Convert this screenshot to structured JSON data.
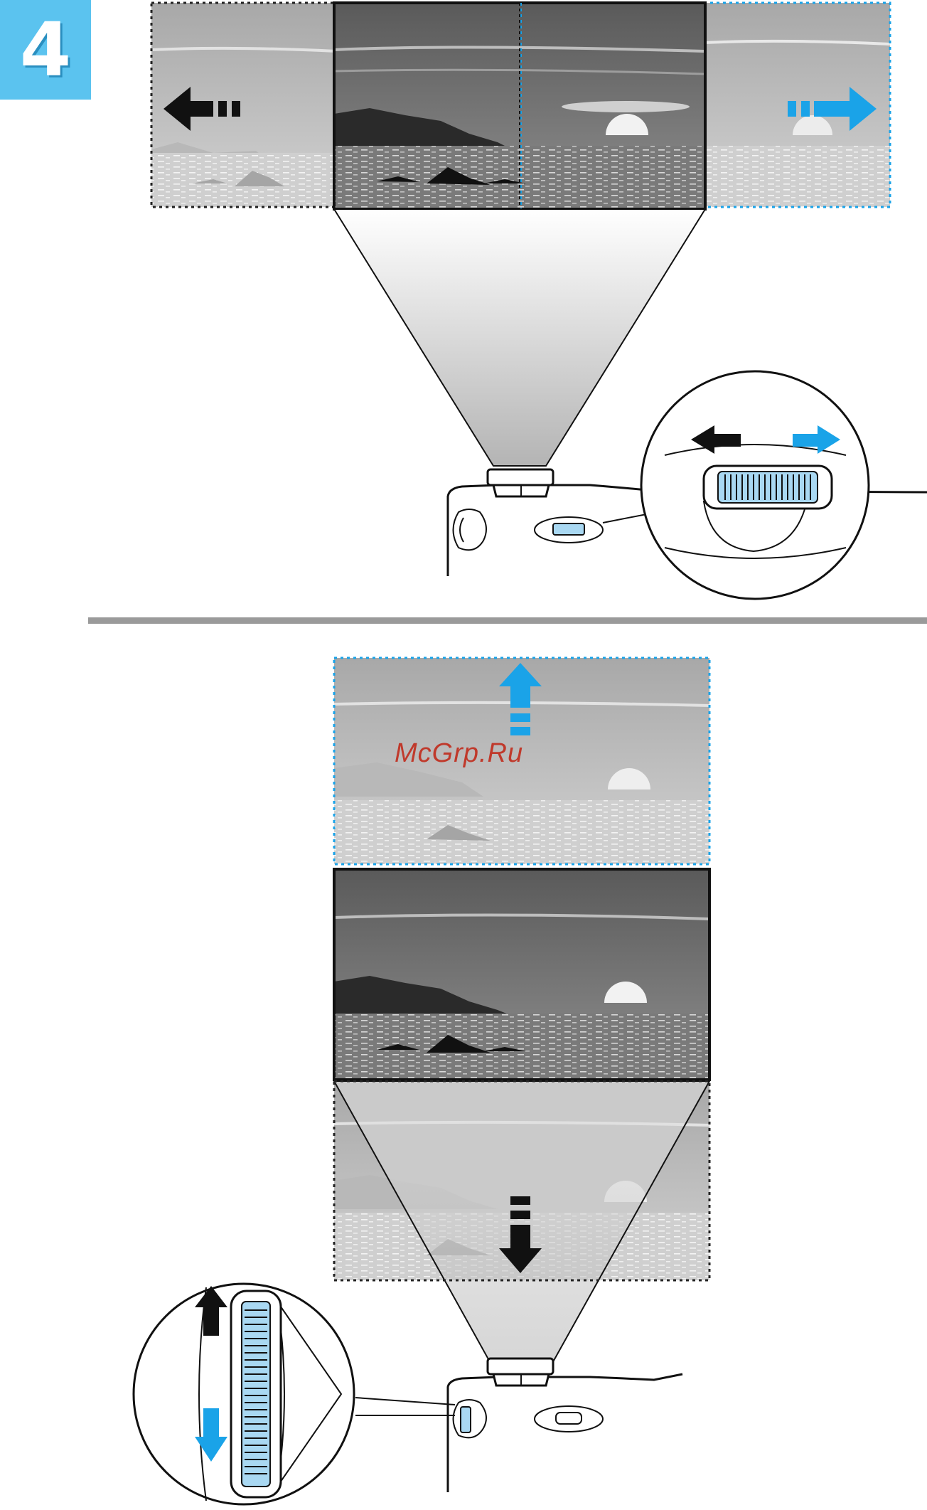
{
  "step": {
    "number": "4"
  },
  "watermark": {
    "text": "McGrp.Ru"
  },
  "colors": {
    "accent": "#5bc3ef",
    "arrow_blue": "#1aa3e8",
    "arrow_black": "#111111",
    "dial_blue": "#a9d8f2",
    "divider": "#9a9a9a",
    "watermark": "#c0392b"
  },
  "figures": [
    {
      "name": "horizontal-lens-shift",
      "direction": "horizontal",
      "arrows": [
        "left-black-arrow-icon",
        "right-blue-arrow-icon"
      ],
      "dial": "horizontal-lens-shift-dial-icon"
    },
    {
      "name": "vertical-lens-shift",
      "direction": "vertical",
      "arrows": [
        "up-blue-arrow-icon",
        "down-black-arrow-icon"
      ],
      "dial": "vertical-lens-shift-dial-icon"
    }
  ]
}
